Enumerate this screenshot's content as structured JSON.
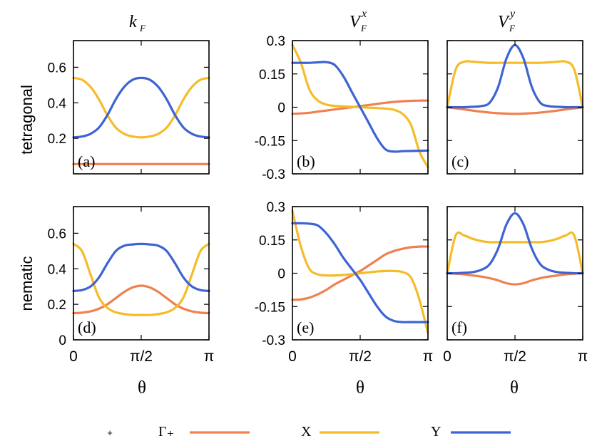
{
  "figure": {
    "row_labels": [
      "tetragonal",
      "nematic"
    ],
    "xlabel": "θ",
    "xtick_labels": [
      "0",
      "π/2",
      "π"
    ],
    "stray_mark": "+",
    "columns": [
      {
        "base": "k",
        "sub": "F",
        "sup": ""
      },
      {
        "base": "V",
        "sub": "F",
        "sup": "x"
      },
      {
        "base": "V",
        "sub": "F",
        "sup": "y"
      }
    ],
    "colors": {
      "Gamma+": "#f0804e",
      "X": "#f5bc28",
      "Y": "#3d63d4"
    },
    "legend": [
      {
        "label": "Γ₊",
        "color": "#f0804e"
      },
      {
        "label": "X",
        "color": "#f5bc28"
      },
      {
        "label": "Y",
        "color": "#3d63d4"
      }
    ]
  },
  "chart_data": [
    {
      "type": "line",
      "panel": "(a)",
      "row": "tetragonal",
      "column": "k_F",
      "xlim": [
        0,
        3.1416
      ],
      "ylim": [
        0,
        0.75
      ],
      "yticks": [
        0.2,
        0.4,
        0.6
      ],
      "ytick_labels": [
        "0.2",
        "0.4",
        "0.6"
      ],
      "x": [
        0,
        0.1963,
        0.3927,
        0.589,
        0.7854,
        0.9817,
        1.1781,
        1.3744,
        1.5708,
        1.7671,
        1.9635,
        2.1598,
        2.3562,
        2.5525,
        2.7489,
        2.9452,
        3.1416
      ],
      "series": [
        {
          "name": "Γ+",
          "color": "#f0804e",
          "values": [
            0.055,
            0.055,
            0.055,
            0.055,
            0.055,
            0.055,
            0.055,
            0.055,
            0.055,
            0.055,
            0.055,
            0.055,
            0.055,
            0.055,
            0.055,
            0.055,
            0.055
          ]
        },
        {
          "name": "X",
          "color": "#f5bc28",
          "values": [
            0.54,
            0.53,
            0.49,
            0.42,
            0.33,
            0.26,
            0.225,
            0.21,
            0.205,
            0.21,
            0.225,
            0.26,
            0.33,
            0.42,
            0.49,
            0.53,
            0.54
          ]
        },
        {
          "name": "Y",
          "color": "#3d63d4",
          "values": [
            0.205,
            0.21,
            0.225,
            0.26,
            0.33,
            0.42,
            0.49,
            0.53,
            0.54,
            0.53,
            0.49,
            0.42,
            0.33,
            0.26,
            0.225,
            0.21,
            0.205
          ]
        }
      ]
    },
    {
      "type": "line",
      "panel": "(b)",
      "row": "tetragonal",
      "column": "V_F^x",
      "xlim": [
        0,
        3.1416
      ],
      "ylim": [
        -0.3,
        0.3
      ],
      "yticks": [
        -0.3,
        -0.15,
        0,
        0.15,
        0.3
      ],
      "ytick_labels": [
        "-0.3",
        "-0.15",
        "0",
        "0.15",
        "0.3"
      ],
      "x": [
        0,
        0.1963,
        0.3927,
        0.589,
        0.7854,
        0.9817,
        1.1781,
        1.3744,
        1.5708,
        1.7671,
        1.9635,
        2.1598,
        2.3562,
        2.5525,
        2.7489,
        2.9452,
        3.1416
      ],
      "series": [
        {
          "name": "Γ+",
          "color": "#f0804e",
          "values": [
            -0.03,
            -0.028,
            -0.025,
            -0.02,
            -0.015,
            -0.01,
            -0.005,
            0.0,
            0.005,
            0.01,
            0.015,
            0.02,
            0.024,
            0.027,
            0.029,
            0.03,
            0.03
          ]
        },
        {
          "name": "X",
          "color": "#f5bc28",
          "values": [
            0.28,
            0.2,
            0.08,
            0.03,
            0.012,
            0.006,
            0.004,
            0.002,
            0.0,
            -0.002,
            -0.004,
            -0.006,
            -0.012,
            -0.03,
            -0.08,
            -0.2,
            -0.27
          ]
        },
        {
          "name": "Y",
          "color": "#3d63d4",
          "values": [
            0.2,
            0.2,
            0.2,
            0.202,
            0.203,
            0.19,
            0.14,
            0.07,
            0.0,
            -0.07,
            -0.14,
            -0.19,
            -0.2,
            -0.198,
            -0.197,
            -0.196,
            -0.195
          ]
        }
      ]
    },
    {
      "type": "line",
      "panel": "(c)",
      "row": "tetragonal",
      "column": "V_F^y",
      "xlim": [
        0,
        3.1416
      ],
      "ylim": [
        -0.3,
        0.3
      ],
      "yticks": [
        -0.3,
        -0.15,
        0,
        0.15,
        0.3
      ],
      "ytick_labels": [],
      "x": [
        0,
        0.1963,
        0.3927,
        0.589,
        0.7854,
        0.9817,
        1.1781,
        1.3744,
        1.5708,
        1.7671,
        1.9635,
        2.1598,
        2.3562,
        2.5525,
        2.7489,
        2.9452,
        3.1416
      ],
      "series": [
        {
          "name": "Γ+",
          "color": "#f0804e",
          "values": [
            0.0,
            -0.005,
            -0.01,
            -0.015,
            -0.02,
            -0.024,
            -0.027,
            -0.029,
            -0.03,
            -0.029,
            -0.027,
            -0.024,
            -0.02,
            -0.015,
            -0.01,
            -0.005,
            0.0
          ]
        },
        {
          "name": "X",
          "color": "#f5bc28",
          "values": [
            0.0,
            0.17,
            0.205,
            0.205,
            0.202,
            0.2,
            0.2,
            0.2,
            0.2,
            0.2,
            0.2,
            0.2,
            0.202,
            0.205,
            0.205,
            0.17,
            0.0
          ]
        },
        {
          "name": "Y",
          "color": "#3d63d4",
          "values": [
            0.0,
            0.0,
            0.0,
            0.002,
            0.005,
            0.02,
            0.09,
            0.22,
            0.28,
            0.22,
            0.09,
            0.02,
            0.005,
            0.002,
            0.0,
            0.0,
            0.0
          ]
        }
      ]
    },
    {
      "type": "line",
      "panel": "(d)",
      "row": "nematic",
      "column": "k_F",
      "xlim": [
        0,
        3.1416
      ],
      "ylim": [
        0,
        0.75
      ],
      "yticks": [
        0,
        0.2,
        0.4,
        0.6
      ],
      "ytick_labels": [
        "0",
        "0.2",
        "0.4",
        "0.6"
      ],
      "x": [
        0,
        0.1963,
        0.3927,
        0.589,
        0.7854,
        0.9817,
        1.1781,
        1.3744,
        1.5708,
        1.7671,
        1.9635,
        2.1598,
        2.3562,
        2.5525,
        2.7489,
        2.9452,
        3.1416
      ],
      "series": [
        {
          "name": "Γ+",
          "color": "#f0804e",
          "values": [
            0.15,
            0.153,
            0.16,
            0.175,
            0.2,
            0.235,
            0.27,
            0.295,
            0.305,
            0.295,
            0.27,
            0.235,
            0.2,
            0.175,
            0.16,
            0.153,
            0.15
          ]
        },
        {
          "name": "X",
          "color": "#f5bc28",
          "values": [
            0.54,
            0.5,
            0.37,
            0.24,
            0.18,
            0.155,
            0.145,
            0.14,
            0.14,
            0.14,
            0.145,
            0.155,
            0.18,
            0.24,
            0.37,
            0.5,
            0.54
          ]
        },
        {
          "name": "Y",
          "color": "#3d63d4",
          "values": [
            0.275,
            0.28,
            0.3,
            0.35,
            0.43,
            0.5,
            0.53,
            0.537,
            0.54,
            0.537,
            0.53,
            0.5,
            0.43,
            0.35,
            0.3,
            0.28,
            0.275
          ]
        }
      ]
    },
    {
      "type": "line",
      "panel": "(e)",
      "row": "nematic",
      "column": "V_F^x",
      "xlim": [
        0,
        3.1416
      ],
      "ylim": [
        -0.3,
        0.3
      ],
      "yticks": [
        -0.3,
        -0.15,
        0,
        0.15,
        0.3
      ],
      "ytick_labels": [
        "-0.3",
        "-0.15",
        "0",
        "0.15",
        "0.3"
      ],
      "x": [
        0,
        0.1963,
        0.3927,
        0.589,
        0.7854,
        0.9817,
        1.1781,
        1.3744,
        1.5708,
        1.7671,
        1.9635,
        2.1598,
        2.3562,
        2.5525,
        2.7489,
        2.9452,
        3.1416
      ],
      "series": [
        {
          "name": "Γ+",
          "color": "#f0804e",
          "values": [
            -0.12,
            -0.118,
            -0.11,
            -0.095,
            -0.075,
            -0.05,
            -0.03,
            -0.01,
            0.01,
            0.035,
            0.06,
            0.085,
            0.1,
            0.11,
            0.117,
            0.12,
            0.12
          ]
        },
        {
          "name": "X",
          "color": "#f5bc28",
          "values": [
            0.28,
            0.12,
            0.02,
            -0.005,
            -0.01,
            -0.01,
            -0.008,
            -0.004,
            0.0,
            0.004,
            0.008,
            0.01,
            0.01,
            0.005,
            -0.02,
            -0.12,
            -0.27
          ]
        },
        {
          "name": "Y",
          "color": "#3d63d4",
          "values": [
            0.225,
            0.225,
            0.223,
            0.215,
            0.18,
            0.13,
            0.07,
            0.02,
            -0.03,
            -0.09,
            -0.15,
            -0.195,
            -0.215,
            -0.22,
            -0.22,
            -0.22,
            -0.22
          ]
        }
      ]
    },
    {
      "type": "line",
      "panel": "(f)",
      "row": "nematic",
      "column": "V_F^y",
      "xlim": [
        0,
        3.1416
      ],
      "ylim": [
        -0.3,
        0.3
      ],
      "yticks": [
        -0.3,
        -0.15,
        0,
        0.15,
        0.3
      ],
      "ytick_labels": [],
      "x": [
        0,
        0.1963,
        0.3927,
        0.589,
        0.7854,
        0.9817,
        1.1781,
        1.3744,
        1.5708,
        1.7671,
        1.9635,
        2.1598,
        2.3562,
        2.5525,
        2.7489,
        2.9452,
        3.1416
      ],
      "series": [
        {
          "name": "Γ+",
          "color": "#f0804e",
          "values": [
            0.0,
            -0.002,
            -0.005,
            -0.01,
            -0.015,
            -0.022,
            -0.032,
            -0.045,
            -0.05,
            -0.045,
            -0.032,
            -0.022,
            -0.015,
            -0.01,
            -0.005,
            -0.002,
            0.0
          ]
        },
        {
          "name": "X",
          "color": "#f5bc28",
          "values": [
            0.0,
            0.17,
            0.17,
            0.155,
            0.145,
            0.14,
            0.14,
            0.14,
            0.14,
            0.14,
            0.14,
            0.14,
            0.145,
            0.155,
            0.17,
            0.17,
            0.0
          ]
        },
        {
          "name": "Y",
          "color": "#3d63d4",
          "values": [
            0.0,
            0.0,
            0.002,
            0.005,
            0.015,
            0.04,
            0.11,
            0.22,
            0.27,
            0.22,
            0.11,
            0.04,
            0.015,
            0.005,
            0.002,
            0.0,
            0.0
          ]
        }
      ]
    }
  ]
}
